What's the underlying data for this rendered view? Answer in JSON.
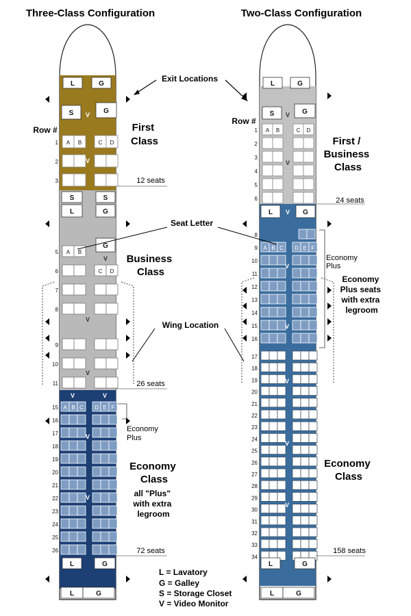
{
  "titles": {
    "three_class": "Three-Class Configuration",
    "two_class": "Two-Class Configuration"
  },
  "annotations": {
    "exit_locations": "Exit Locations",
    "seat_letter": "Seat Letter",
    "wing_location": "Wing Location",
    "row_header": "Row #"
  },
  "three_class": {
    "first": {
      "label_lines": [
        "First",
        "Class"
      ],
      "seats_note": "12 seats",
      "rows": [
        "1",
        "2",
        "3"
      ],
      "letters": [
        "A",
        "B",
        "C",
        "D"
      ]
    },
    "business": {
      "label_lines": [
        "Business",
        "Class"
      ],
      "seats_note": "26 seats",
      "rows": [
        "5",
        "6",
        "7",
        "8",
        "9",
        "10",
        "11"
      ],
      "letters": [
        "A",
        "B",
        "C",
        "D"
      ]
    },
    "economy": {
      "label_lines": [
        "Economy",
        "Class"
      ],
      "sub_lines": [
        "all \"Plus\"",
        "with extra",
        "legroom"
      ],
      "plus_lines": [
        "Economy",
        "Plus"
      ],
      "seats_note": "72 seats",
      "rows": [
        "15",
        "16",
        "17",
        "18",
        "19",
        "20",
        "21",
        "22",
        "23",
        "24",
        "25",
        "26"
      ],
      "letters": [
        "A",
        "B",
        "C",
        "D",
        "E",
        "F"
      ]
    }
  },
  "two_class": {
    "first": {
      "label_lines": [
        "First /",
        "Business",
        "Class"
      ],
      "seats_note": "24 seats",
      "rows": [
        "1",
        "2",
        "3",
        "4",
        "5",
        "6"
      ],
      "letters": [
        "A",
        "B",
        "C",
        "D"
      ]
    },
    "economy_plus": {
      "bracket_lines": [
        "Economy",
        "Plus"
      ],
      "label_lines": [
        "Economy",
        "Plus seats",
        "with extra",
        "legroom"
      ],
      "rows": [
        "8",
        "9",
        "10",
        "11",
        "12",
        "13",
        "14",
        "15",
        "16"
      ],
      "letters": [
        "A",
        "B",
        "C",
        "D",
        "E",
        "F"
      ]
    },
    "economy": {
      "label_lines": [
        "Economy",
        "Class"
      ],
      "seats_note": "158 seats",
      "rows": [
        "17",
        "18",
        "19",
        "20",
        "21",
        "22",
        "23",
        "24",
        "25",
        "26",
        "27",
        "28",
        "29",
        "30",
        "31",
        "32",
        "33",
        "34"
      ]
    }
  },
  "facility_letters": {
    "lavatory": "L",
    "galley": "G",
    "storage": "S",
    "video": "V"
  },
  "legend": [
    "L = Lavatory",
    "G = Galley",
    "S = Storage Closet",
    "V = Video Monitor"
  ],
  "colors": {
    "first_three": "#9a7a1e",
    "business": "#b9b9b9",
    "first_two": "#c2c2c2",
    "economy_dark": "#1c3f74",
    "economy_two": "#3a6d9e",
    "economy_plus_two": "#2f5f93",
    "plus_seat": "#7f9dc3",
    "seat_border_light": "#ffffff"
  }
}
